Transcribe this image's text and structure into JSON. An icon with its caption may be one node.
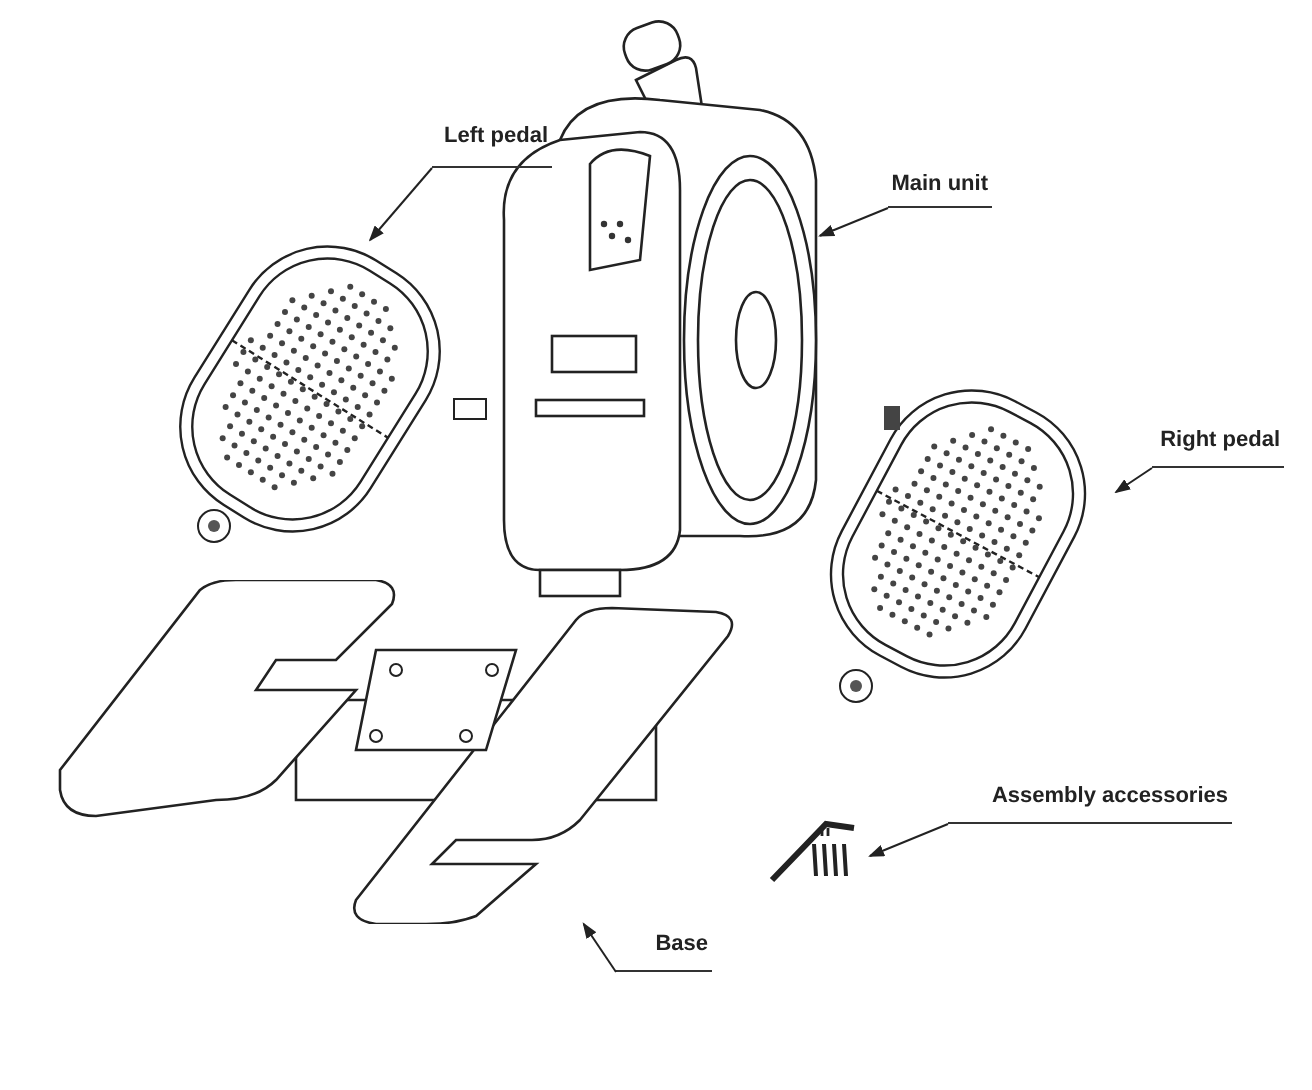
{
  "diagram": {
    "nodes": [
      {
        "text": [
          "Left pedal"
        ]
      },
      {
        "text": [],
        "shape": "picture"
      },
      {
        "text": [
          "Main unit"
        ]
      },
      {
        "text": [],
        "shape": "picture"
      },
      {
        "text": [
          "Right pedal"
        ]
      },
      {
        "text": [],
        "shape": "picture"
      },
      {
        "text": [
          "Assembly accessories"
        ]
      },
      {
        "text": [],
        "shape": "picture"
      },
      {
        "text": [
          "Base"
        ]
      },
      {
        "text": [],
        "shape": "picture"
      }
    ],
    "edges": [
      {
        "from": 0,
        "to": 1,
        "arrow": "to"
      },
      {
        "from": 2,
        "to": 3,
        "arrow": "to"
      },
      {
        "from": 4,
        "to": 5,
        "arrow": "to"
      },
      {
        "from": 6,
        "to": 7,
        "arrow": "to"
      },
      {
        "from": 8,
        "to": 9,
        "arrow": "to"
      }
    ]
  }
}
